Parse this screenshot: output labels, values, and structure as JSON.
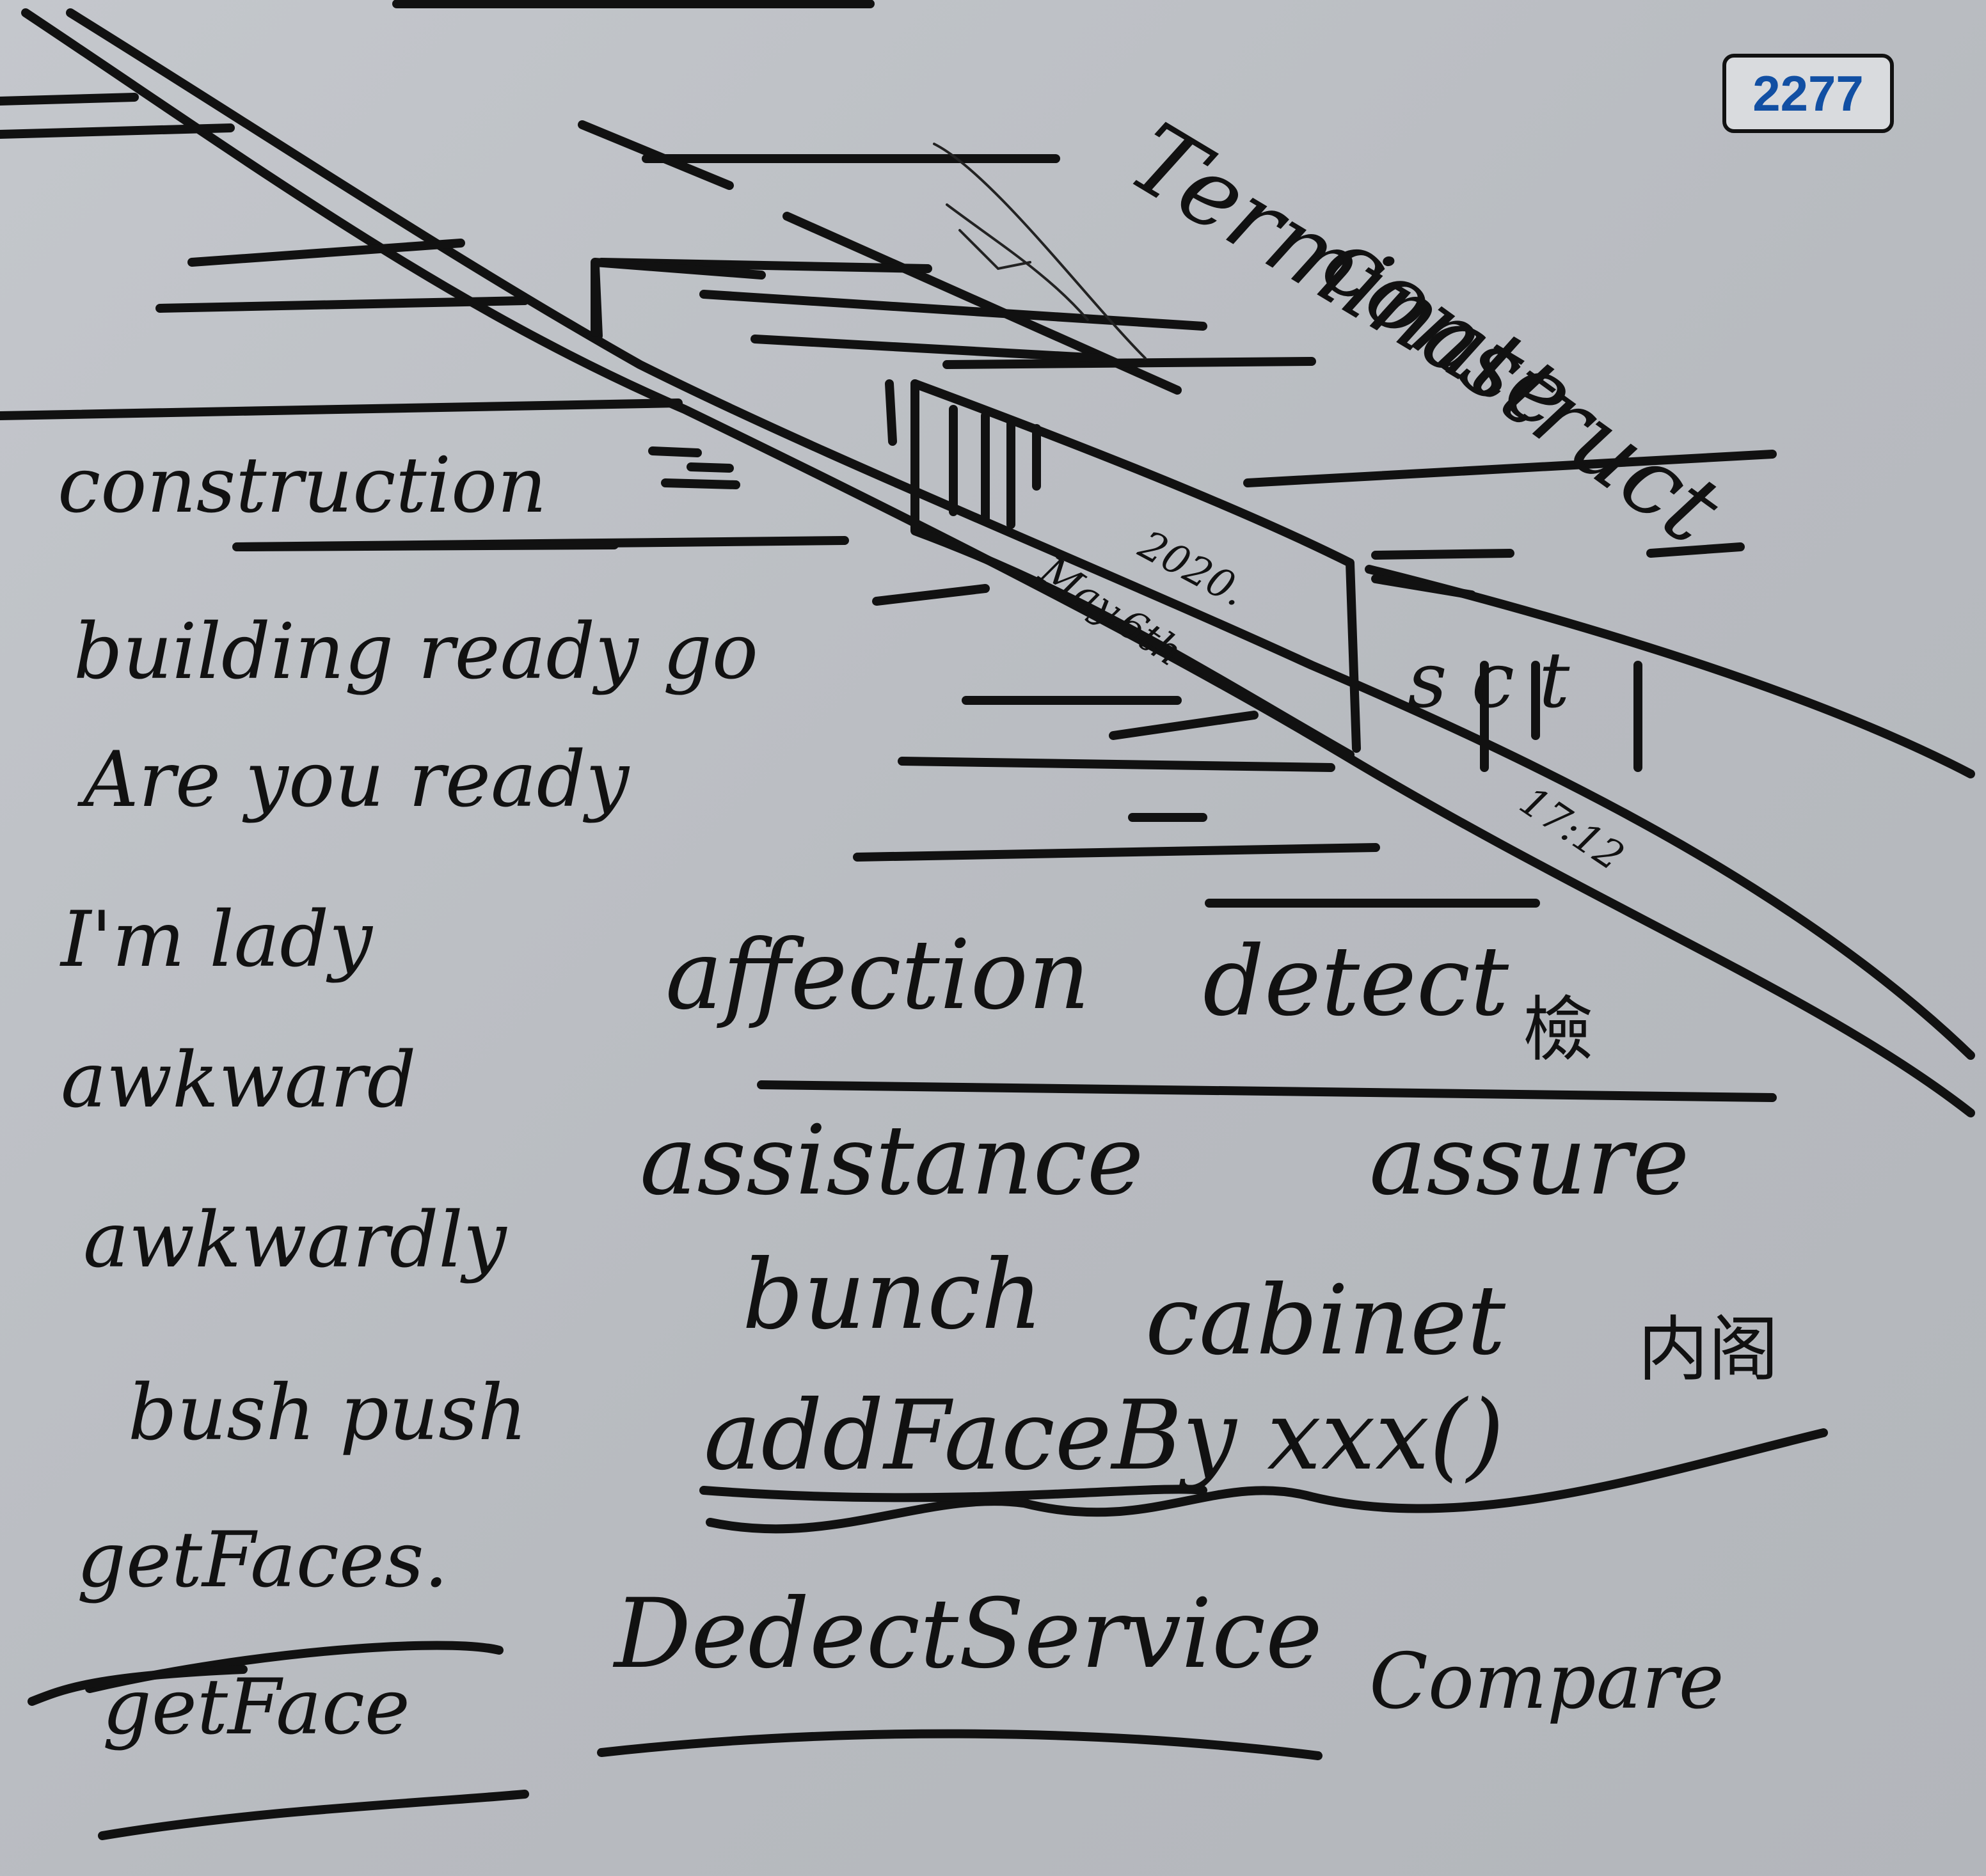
{
  "page": {
    "badge": "2277"
  },
  "notes": {
    "construct": "construct",
    "terminate": "Terminate",
    "construction": "construction",
    "date_year": "2020.",
    "date_day": "May.6th",
    "sign": "s c t",
    "time": "17:12",
    "building": "building ready go",
    "are_you_ready": "Are you ready",
    "im_lady": "I'm lady",
    "affection": "affection",
    "detect": "detect",
    "awkward": "awkward",
    "awkwardly": "awkwardly",
    "assistance": "assistance",
    "assure": "assure",
    "bunch": "bunch",
    "cabinet": "cabinet",
    "bush_push": "bush push",
    "add_face": "addFaceBy xxx()",
    "get_faces": "getFaces.",
    "get_face": "getFace",
    "dedect": "DedectService",
    "compare": "Compare"
  },
  "cjk": {
    "detect_char": "檢",
    "cabinet_chars": "内阁"
  }
}
